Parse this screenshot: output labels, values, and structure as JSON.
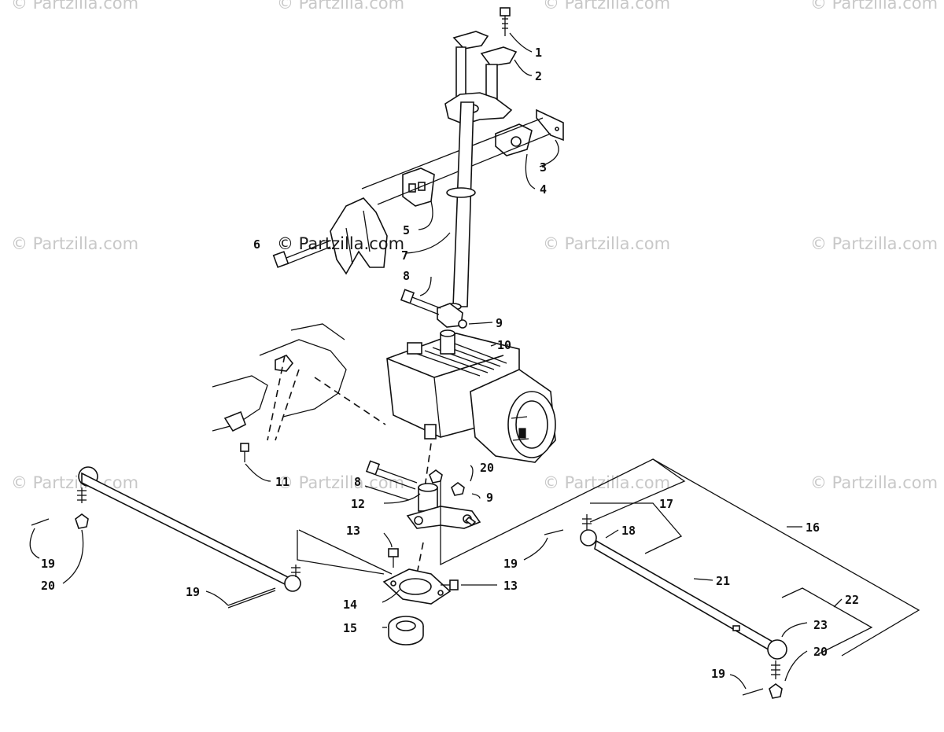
{
  "watermark": {
    "text": "© Partzilla.com",
    "center_text": "© Partzilla.com"
  },
  "callouts": {
    "c1": "1",
    "c2": "2",
    "c3": "3",
    "c4": "4",
    "c5": "5",
    "c6": "6",
    "c7": "7",
    "c8a": "8",
    "c8b": "8",
    "c9a": "9",
    "c9b": "9",
    "c10": "10",
    "c11": "11",
    "c12": "12",
    "c13a": "13",
    "c13b": "13",
    "c14": "14",
    "c15": "15",
    "c16": "16",
    "c17": "17",
    "c18": "18",
    "c19a": "19",
    "c19b": "19",
    "c19c": "19",
    "c19d": "19",
    "c20a": "20",
    "c20b": "20",
    "c20c": "20",
    "c21": "21",
    "c22": "22",
    "c23": "23"
  },
  "colors": {
    "line": "#111111",
    "watermark": "#c8c8c8",
    "background": "#ffffff"
  }
}
